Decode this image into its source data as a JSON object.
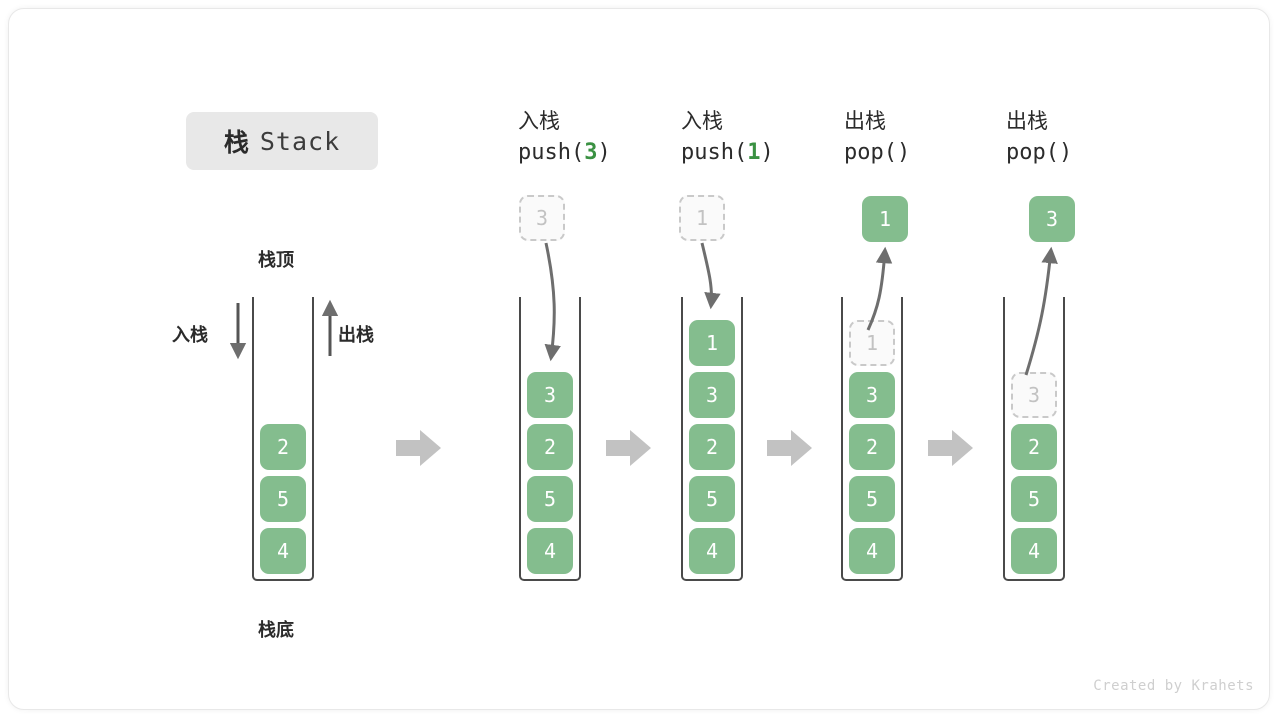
{
  "title": {
    "cn": "栈",
    "en": "Stack"
  },
  "labels": {
    "top": "栈顶",
    "bottom": "栈底",
    "push": "入栈",
    "pop": "出栈"
  },
  "credit": "Created by Krahets",
  "colors": {
    "element_green": "#84bd8e",
    "accent_green": "#3a9142",
    "ghost_border": "#c9c9c9",
    "ghost_text": "#c2c2c2",
    "arrow_grey": "#6e6e6e",
    "block_arrow_grey": "#c2c2c2",
    "stack_border": "#4a4a4a",
    "badge_bg": "#e8e8e8",
    "text_dark": "#2b2b2b"
  },
  "steps": [
    {
      "id": "initial",
      "header_cn": "",
      "header_code": "",
      "header_arg": "",
      "cells": [
        {
          "value": "2",
          "state": "solid"
        },
        {
          "value": "5",
          "state": "solid"
        },
        {
          "value": "4",
          "state": "solid"
        }
      ],
      "floating": null
    },
    {
      "id": "push-3",
      "header_cn": "入栈",
      "header_code_prefix": "push(",
      "header_arg": "3",
      "header_code_suffix": ")",
      "cells": [
        {
          "value": "3",
          "state": "solid"
        },
        {
          "value": "2",
          "state": "solid"
        },
        {
          "value": "5",
          "state": "solid"
        },
        {
          "value": "4",
          "state": "solid"
        }
      ],
      "floating": {
        "value": "3",
        "state": "ghost",
        "direction": "down"
      }
    },
    {
      "id": "push-1",
      "header_cn": "入栈",
      "header_code_prefix": "push(",
      "header_arg": "1",
      "header_code_suffix": ")",
      "cells": [
        {
          "value": "1",
          "state": "solid"
        },
        {
          "value": "3",
          "state": "solid"
        },
        {
          "value": "2",
          "state": "solid"
        },
        {
          "value": "5",
          "state": "solid"
        },
        {
          "value": "4",
          "state": "solid"
        }
      ],
      "floating": {
        "value": "1",
        "state": "ghost",
        "direction": "down"
      }
    },
    {
      "id": "pop-1",
      "header_cn": "出栈",
      "header_code_prefix": "pop(",
      "header_arg": "",
      "header_code_suffix": ")",
      "cells": [
        {
          "value": "1",
          "state": "ghost"
        },
        {
          "value": "3",
          "state": "solid"
        },
        {
          "value": "2",
          "state": "solid"
        },
        {
          "value": "5",
          "state": "solid"
        },
        {
          "value": "4",
          "state": "solid"
        }
      ],
      "floating": {
        "value": "1",
        "state": "solid",
        "direction": "up"
      }
    },
    {
      "id": "pop-3",
      "header_cn": "出栈",
      "header_code_prefix": "pop(",
      "header_arg": "",
      "header_code_suffix": ")",
      "cells": [
        {
          "value": "3",
          "state": "ghost"
        },
        {
          "value": "2",
          "state": "solid"
        },
        {
          "value": "5",
          "state": "solid"
        },
        {
          "value": "4",
          "state": "solid"
        }
      ],
      "floating": {
        "value": "3",
        "state": "solid",
        "direction": "up"
      }
    }
  ],
  "transitions": [
    "arrow-right-icon",
    "arrow-right-icon",
    "arrow-right-icon",
    "arrow-right-icon"
  ]
}
